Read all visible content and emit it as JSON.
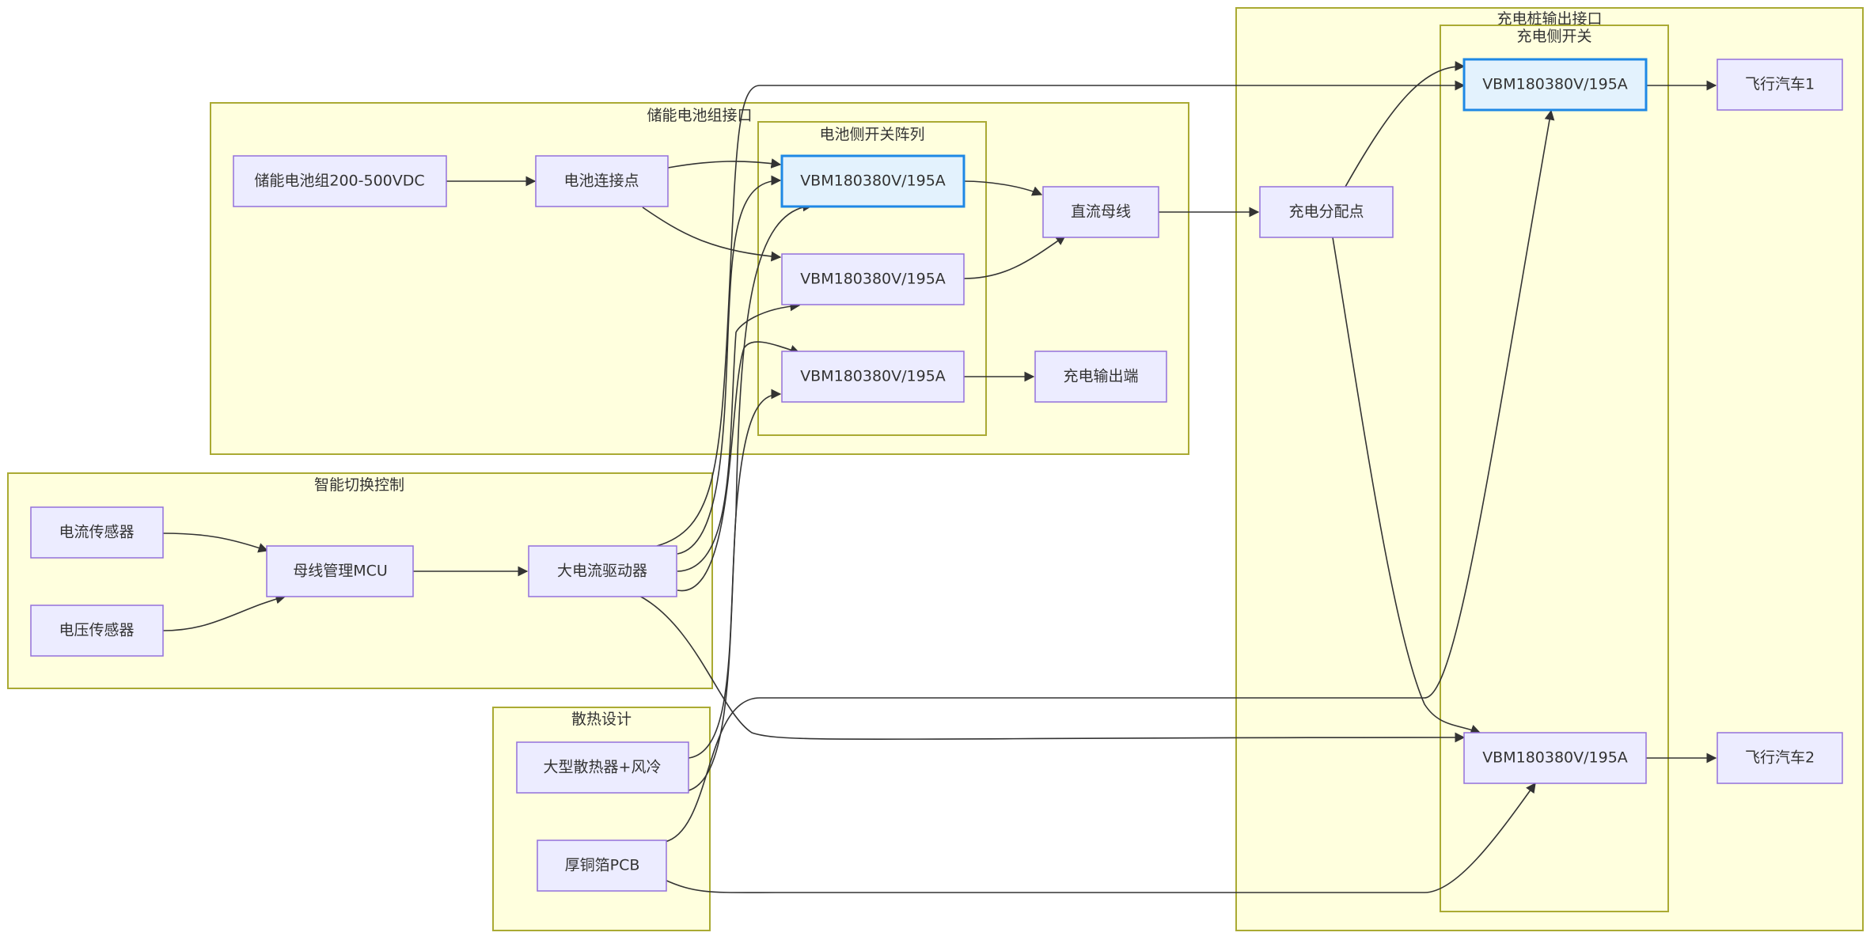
{
  "clusters": {
    "battery_interface": "储能电池组接口",
    "battery_switch_array": "电池侧开关阵列",
    "smart_control": "智能切换控制",
    "thermal_design": "散热设计",
    "charging_output": "充电桩输出接口",
    "charging_switch": "充电侧开关"
  },
  "nodes": {
    "battery_pack": "储能电池组200-500VDC",
    "battery_connection": "电池连接点",
    "q1": "VBM180380V/195A",
    "q2": "VBM180380V/195A",
    "q3": "VBM180380V/195A",
    "dc_bus": "直流母线",
    "charge_output": "充电输出端",
    "current_sensor": "电流传感器",
    "voltage_sensor": "电压传感器",
    "bus_mcu": "母线管理MCU",
    "driver": "大电流驱动器",
    "heatsink": "大型散热器+风冷",
    "pcb": "厚铜箔PCB",
    "charge_distribution": "充电分配点",
    "q4": "VBM180380V/195A",
    "q5": "VBM180380V/195A",
    "car1": "飞行汽车1",
    "car2": "飞行汽车2"
  },
  "colors": {
    "cluster_fill": "#ffffde",
    "cluster_border": "#aaaa33",
    "node_fill": "#ececff",
    "node_border": "#9370db",
    "highlight_fill": "#e3f2fd",
    "highlight_border": "#1e88e5",
    "edge": "#333333"
  }
}
